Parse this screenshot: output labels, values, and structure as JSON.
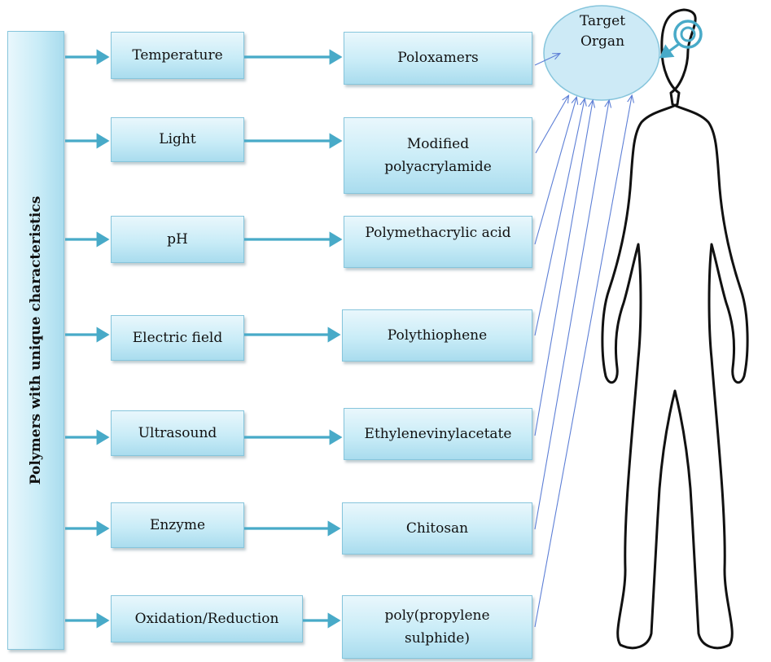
{
  "sidebar": {
    "label": "Polymers with unique characteristics"
  },
  "stimuli": [
    "Temperature",
    "Light",
    "pH",
    "Electric field",
    "Ultrasound",
    "Enzyme",
    "Oxidation/Reduction"
  ],
  "polymers": [
    {
      "lines": [
        "Poloxamers"
      ]
    },
    {
      "lines": [
        "Modified",
        "polyacrylamide"
      ]
    },
    {
      "lines": [
        "Polymethacrylic acid"
      ]
    },
    {
      "lines": [
        "Polythiophene"
      ]
    },
    {
      "lines": [
        "Ethylenevinylacetate"
      ]
    },
    {
      "lines": [
        "Chitosan"
      ]
    },
    {
      "lines": [
        "poly(propylene",
        "sulphide)"
      ]
    }
  ],
  "target": {
    "line1": "Target",
    "line2": "Organ"
  },
  "colors": {
    "arrow": "#48aac8",
    "thin_arrow": "#5d7fd6",
    "box_border": "#86c5dc",
    "outline": "#111111"
  }
}
